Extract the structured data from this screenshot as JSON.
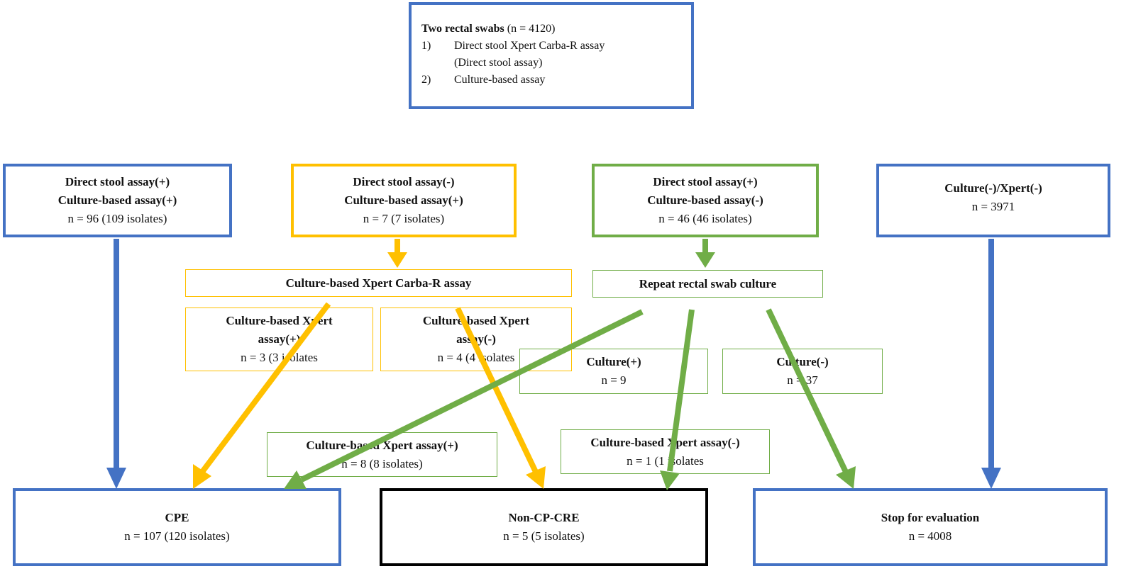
{
  "top_box": {
    "title_bold": "Two rectal swabs",
    "title_rest": " (n = 4120)",
    "item1_num": "1)",
    "item1_line1": "Direct stool Xpert Carba-R assay",
    "item1_line2": "(Direct stool assay)",
    "item2_num": "2)",
    "item2_text": "Culture-based assay"
  },
  "group_a": {
    "line1": "Direct stool assay(+)",
    "line2": "Culture-based assay(+)",
    "line3": "n = 96 (109 isolates)"
  },
  "group_b": {
    "line1": "Direct stool assay(-)",
    "line2": "Culture-based assay(+)",
    "line3": "n = 7 (7 isolates)"
  },
  "group_c": {
    "line1": "Direct stool assay(+)",
    "line2": "Culture-based assay(-)",
    "line3": "n = 46 (46 isolates)"
  },
  "group_d": {
    "line1": "Culture(-)/Xpert(-)",
    "line2": "n = 3971"
  },
  "culture_xpert": {
    "label": "Culture-based Xpert Carba-R assay"
  },
  "repeat_culture": {
    "label": "Repeat rectal swab culture"
  },
  "xpert_pos_b": {
    "line1": "Culture-based Xpert",
    "line2": "assay(+)",
    "line3": "n = 3 (3 isolates"
  },
  "xpert_neg_b": {
    "line1": "Culture-based Xpert",
    "line2": "assay(-)",
    "line3": "n = 4 (4 isolates"
  },
  "culture_pos": {
    "line1": "Culture(+)",
    "line2": "n = 9"
  },
  "culture_neg": {
    "line1": "Culture(-)",
    "line2": "n = 37"
  },
  "xpert_pos_c": {
    "line1": "Culture-based Xpert assay(+)",
    "line2": "n = 8 (8 isolates)"
  },
  "xpert_neg_c": {
    "line1": "Culture-based Xpert assay(-)",
    "line2": "n = 1 (1 isolates"
  },
  "outcome_cpe": {
    "line1": "CPE",
    "line2": "n = 107 (120 isolates)"
  },
  "outcome_noncp": {
    "line1": "Non-CP-CRE",
    "line2": "n = 5 (5 isolates)"
  },
  "outcome_stop": {
    "line1": "Stop for evaluation",
    "line2": "n = 4008"
  },
  "colors": {
    "blue": "#4472c4",
    "orange": "#ffc000",
    "green": "#70ad47",
    "black": "#000000"
  }
}
